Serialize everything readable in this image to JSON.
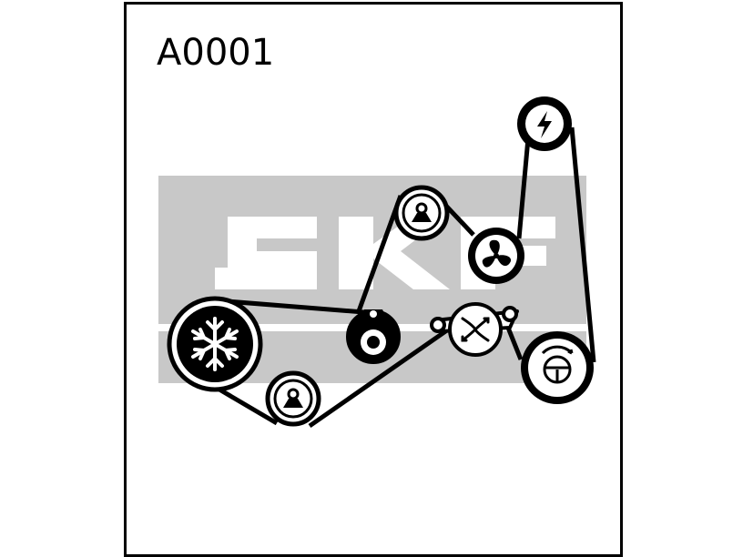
{
  "header": {
    "code": "A0001"
  },
  "watermark": {
    "text": "SKF",
    "background_color": "#c8c8c8",
    "letter_color": "#ffffff"
  },
  "colors": {
    "line": "#000000",
    "fill_dark": "#000000",
    "fill_light": "#ffffff"
  },
  "pulleys": [
    {
      "name": "ac-compressor",
      "icon": "snowflake-icon"
    },
    {
      "name": "idler-top",
      "icon": "idler-icon"
    },
    {
      "name": "idler-bottom",
      "icon": "idler-icon"
    },
    {
      "name": "tensioner",
      "icon": "tensioner-icon"
    },
    {
      "name": "fan",
      "icon": "fan-icon"
    },
    {
      "name": "alternator",
      "icon": "lightning-icon"
    },
    {
      "name": "water-pump",
      "icon": "pump-icon"
    },
    {
      "name": "power-steering",
      "icon": "steering-wheel-icon"
    }
  ]
}
